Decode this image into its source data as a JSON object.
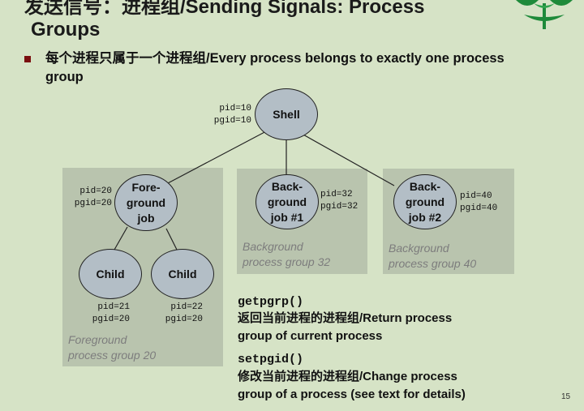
{
  "slide": {
    "title_line1": "发送信号：进程组/Sending Signals: Process",
    "title_line2": "Groups",
    "bullet": "每个进程只属于一个进程组/Every process belongs to exactly one process group",
    "page_number": "15"
  },
  "diagram": {
    "nodes": {
      "shell": {
        "label": "Shell",
        "pid": "pid=10\npgid=10"
      },
      "foreground_job": {
        "label": "Fore-\nground\njob",
        "pid": "pid=20\npgid=20"
      },
      "child1": {
        "label": "Child",
        "pid": "pid=21\npgid=20"
      },
      "child2": {
        "label": "Child",
        "pid": "pid=22\npgid=20"
      },
      "bg_job1": {
        "label": "Back-\nground\njob #1",
        "pid": "pid=32\npgid=32"
      },
      "bg_job2": {
        "label": "Back-\nground\njob #2",
        "pid": "pid=40\npgid=40"
      }
    },
    "groups": {
      "foreground": "Foreground\nprocess group 20",
      "background32": "Background\nprocess group 32",
      "background40": "Background\nprocess group 40"
    }
  },
  "functions": {
    "getpgrp": {
      "name": "getpgrp()",
      "desc_line1": "返回当前进程的进程组/Return process",
      "desc_line2": "group of current process"
    },
    "setpgid": {
      "name": "setpgid()",
      "desc_line1": "修改当前进程的进程组/Change process",
      "desc_line2": "group of a process (see text for details)"
    }
  },
  "colors": {
    "background": "#d6e3c6",
    "group_box": "#b9c4ae",
    "node_fill": "#b3bec6",
    "bullet": "#7a0f0f",
    "logo_green": "#1e8a3a"
  }
}
